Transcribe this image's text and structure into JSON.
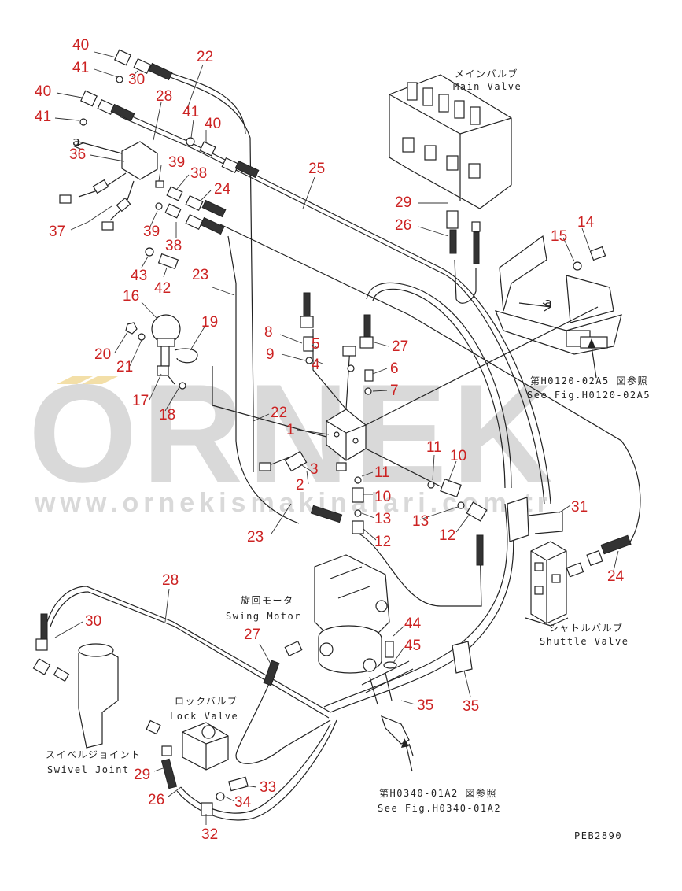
{
  "watermark": {
    "brand": "ORNEK",
    "url": "www.ornekismakinalari.com.tr"
  },
  "drawing_code": "PEB2890",
  "labels": {
    "main_valve_jp": "メインバルブ",
    "main_valve_en": "Main Valve",
    "see_fig_top_jp": "第H0120-02A5 図参照",
    "see_fig_top_en": "See Fig.H0120-02A5",
    "shuttle_valve_jp": "シャトルバルブ",
    "shuttle_valve_en": "Shuttle Valve",
    "swing_motor_jp": "旋回モータ",
    "swing_motor_en": "Swing Motor",
    "lock_valve_jp": "ロックバルブ",
    "lock_valve_en": "Lock Valve",
    "swivel_joint_jp": "スイベルジョイント",
    "swivel_joint_en": "Swivel Joint",
    "see_fig_bottom_jp": "第H0340-01A2 図参照",
    "see_fig_bottom_en": "See Fig.H0340-01A2",
    "view_a_top": "a",
    "view_a_right": "a"
  },
  "callouts": [
    {
      "n": "40"
    },
    {
      "n": "41"
    },
    {
      "n": "30"
    },
    {
      "n": "22"
    },
    {
      "n": "40"
    },
    {
      "n": "28"
    },
    {
      "n": "41"
    },
    {
      "n": "41"
    },
    {
      "n": "40"
    },
    {
      "n": "36"
    },
    {
      "n": "39"
    },
    {
      "n": "38"
    },
    {
      "n": "24"
    },
    {
      "n": "25"
    },
    {
      "n": "37"
    },
    {
      "n": "39"
    },
    {
      "n": "38"
    },
    {
      "n": "29"
    },
    {
      "n": "26"
    },
    {
      "n": "14"
    },
    {
      "n": "15"
    },
    {
      "n": "43"
    },
    {
      "n": "42"
    },
    {
      "n": "23"
    },
    {
      "n": "16"
    },
    {
      "n": "19"
    },
    {
      "n": "8"
    },
    {
      "n": "5"
    },
    {
      "n": "27"
    },
    {
      "n": "9"
    },
    {
      "n": "4"
    },
    {
      "n": "6"
    },
    {
      "n": "20"
    },
    {
      "n": "21"
    },
    {
      "n": "7"
    },
    {
      "n": "17"
    },
    {
      "n": "18"
    },
    {
      "n": "22"
    },
    {
      "n": "1"
    },
    {
      "n": "11"
    },
    {
      "n": "10"
    },
    {
      "n": "3"
    },
    {
      "n": "2"
    },
    {
      "n": "11"
    },
    {
      "n": "10"
    },
    {
      "n": "13"
    },
    {
      "n": "31"
    },
    {
      "n": "13"
    },
    {
      "n": "12"
    },
    {
      "n": "12"
    },
    {
      "n": "23"
    },
    {
      "n": "24"
    },
    {
      "n": "28"
    },
    {
      "n": "30"
    },
    {
      "n": "27"
    },
    {
      "n": "44"
    },
    {
      "n": "45"
    },
    {
      "n": "35"
    },
    {
      "n": "35"
    },
    {
      "n": "29"
    },
    {
      "n": "33"
    },
    {
      "n": "26"
    },
    {
      "n": "34"
    },
    {
      "n": "32"
    }
  ]
}
